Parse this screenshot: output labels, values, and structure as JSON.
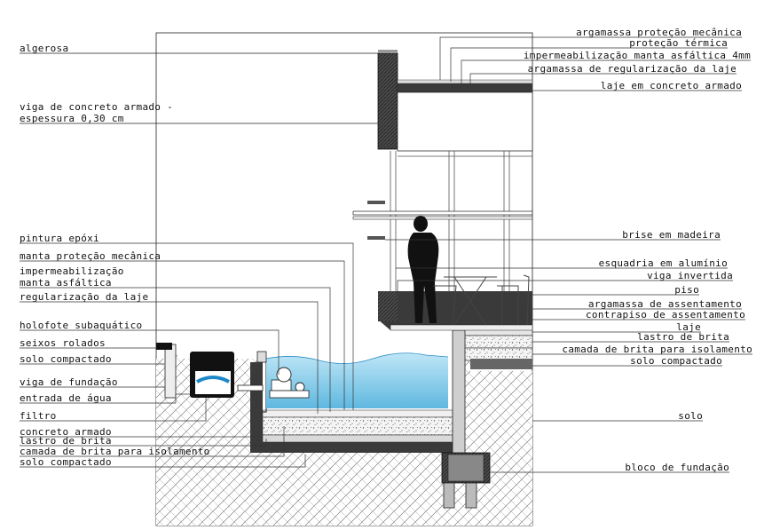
{
  "labels_left": [
    {
      "id": "algerosa",
      "text": "algerosa"
    },
    {
      "id": "viga-concreto-1",
      "text": "viga de concreto armado -"
    },
    {
      "id": "viga-concreto-2",
      "text": "espessura 0,30 cm"
    },
    {
      "id": "pintura-epoxi",
      "text": "pintura epóxi"
    },
    {
      "id": "manta-protecao",
      "text": "manta proteção mecânica"
    },
    {
      "id": "impermeabilizacao-1",
      "text": "impermeabilização"
    },
    {
      "id": "impermeabilizacao-2",
      "text": "manta asfáltica"
    },
    {
      "id": "regularizacao",
      "text": "regularização da laje"
    },
    {
      "id": "holofote",
      "text": "holofote subaquático"
    },
    {
      "id": "seixos",
      "text": "seixos rolados"
    },
    {
      "id": "solo-compactado-l",
      "text": "solo compactado"
    },
    {
      "id": "viga-fundacao",
      "text": "viga de fundação"
    },
    {
      "id": "entrada-agua",
      "text": "entrada de água"
    },
    {
      "id": "filtro",
      "text": "filtro"
    },
    {
      "id": "concreto-armado",
      "text": "concreto armado"
    },
    {
      "id": "lastro-brita-l",
      "text": "lastro de brita"
    },
    {
      "id": "camada-brita-l",
      "text": "camada de brita para isolamento"
    },
    {
      "id": "solo-compactado-l2",
      "text": "solo compactado"
    }
  ],
  "labels_right": [
    {
      "id": "argamassa-protecao",
      "text": "argamassa proteção mecânica"
    },
    {
      "id": "protecao-termica",
      "text": "proteção térmica"
    },
    {
      "id": "impermeabilizacao-manta",
      "text": "impermeabilização manta asfáltica 4mm"
    },
    {
      "id": "argamassa-regularizacao",
      "text": "argamassa de regularização da laje"
    },
    {
      "id": "laje-concreto",
      "text": "laje em concreto armado"
    },
    {
      "id": "brise",
      "text": "brise em madeira"
    },
    {
      "id": "esquadria",
      "text": "esquadria em alumínio"
    },
    {
      "id": "viga-invertida",
      "text": "viga invertida"
    },
    {
      "id": "piso",
      "text": "piso"
    },
    {
      "id": "argamassa-assentamento",
      "text": "argamassa de assentamento"
    },
    {
      "id": "contrapiso",
      "text": "contrapiso de assentamento"
    },
    {
      "id": "laje",
      "text": "laje"
    },
    {
      "id": "lastro-brita-r",
      "text": "lastro de brita"
    },
    {
      "id": "camada-brita-r",
      "text": "camada de brita para isolamento"
    },
    {
      "id": "solo-compactado-r",
      "text": "solo compactado"
    },
    {
      "id": "solo",
      "text": "solo"
    },
    {
      "id": "bloco-fundacao",
      "text": "bloco de fundação"
    }
  ],
  "colors": {
    "water": "#8fd0ec",
    "concrete": "#3a3a3a",
    "hatch": "#555555"
  }
}
